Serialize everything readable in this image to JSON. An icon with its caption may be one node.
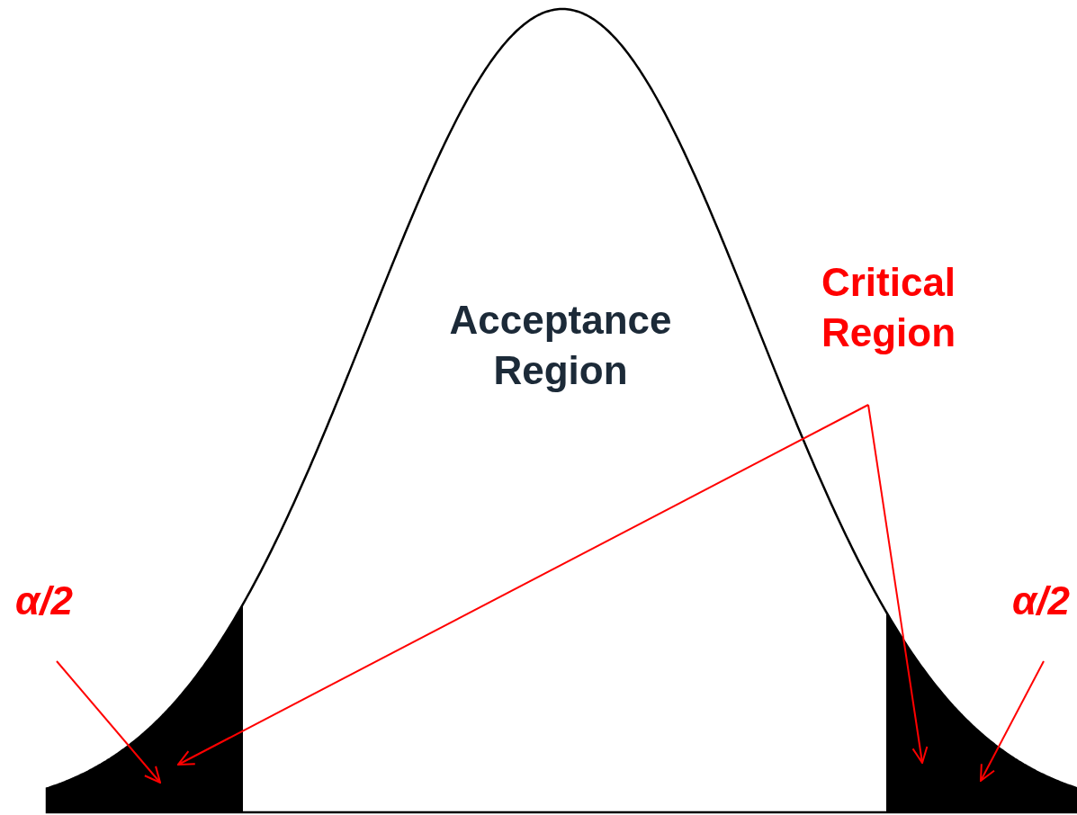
{
  "diagram": {
    "nodes": [
      {
        "text": [
          "Critical Region"
        ]
      },
      {
        "text": [
          "α/2"
        ]
      },
      {
        "text": [
          "α/2"
        ]
      },
      {
        "text": [],
        "shape": "area"
      },
      {
        "text": [],
        "shape": "area"
      }
    ],
    "edges": [
      {
        "from": 0,
        "to": 3,
        "arrow": "to"
      },
      {
        "from": 0,
        "to": 4,
        "arrow": "to"
      },
      {
        "from": 1,
        "to": 3,
        "arrow": "to"
      },
      {
        "from": 2,
        "to": 4,
        "arrow": "to"
      }
    ],
    "labels": [
      "Acceptance Region"
    ]
  }
}
